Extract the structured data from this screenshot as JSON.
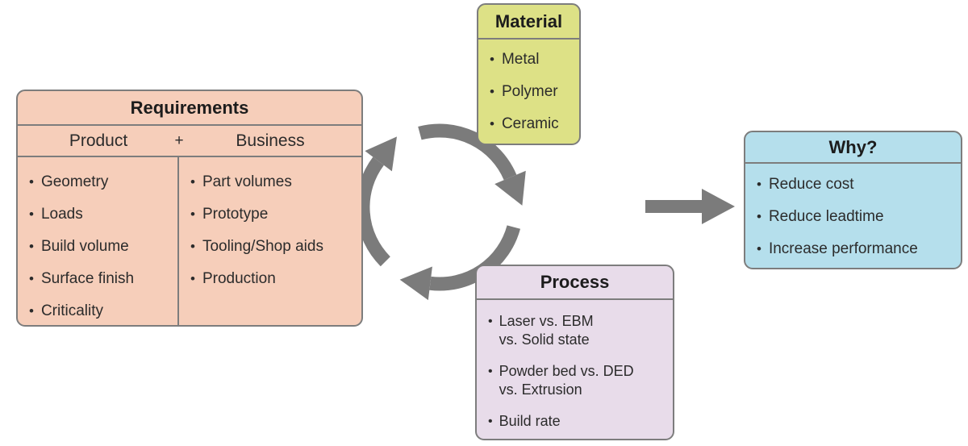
{
  "glyphs": {
    "bullet": "•"
  },
  "colors": {
    "requirements_fill": "#f6ceba",
    "material_fill": "#dde186",
    "process_fill": "#e8dcea",
    "why_fill": "#b5dfec",
    "border": "#7d7d7d",
    "arrow": "#7b7b7b",
    "text": "#2b2b2b",
    "background": "#ffffff"
  },
  "icons": {
    "cycle": "cycle-arrows",
    "flow": "right-arrow"
  },
  "requirements": {
    "title": "Requirements",
    "plus_sign": "+",
    "columns": [
      {
        "header": "Product",
        "items": [
          "Geometry",
          "Loads",
          "Build volume",
          "Surface finish",
          "Criticality"
        ]
      },
      {
        "header": "Business",
        "items": [
          "Part volumes",
          "Prototype",
          "Tooling/Shop aids",
          "Production"
        ]
      }
    ]
  },
  "material": {
    "title": "Material",
    "items": [
      "Metal",
      "Polymer",
      "Ceramic"
    ]
  },
  "process": {
    "title": "Process",
    "items": [
      {
        "line1": "Laser vs. EBM",
        "line2": "vs. Solid state"
      },
      {
        "line1": "Powder bed vs. DED",
        "line2": "vs. Extrusion"
      },
      {
        "line1": "Build rate"
      }
    ]
  },
  "why": {
    "title": "Why?",
    "items": [
      "Reduce cost",
      "Reduce leadtime",
      "Increase performance"
    ]
  }
}
